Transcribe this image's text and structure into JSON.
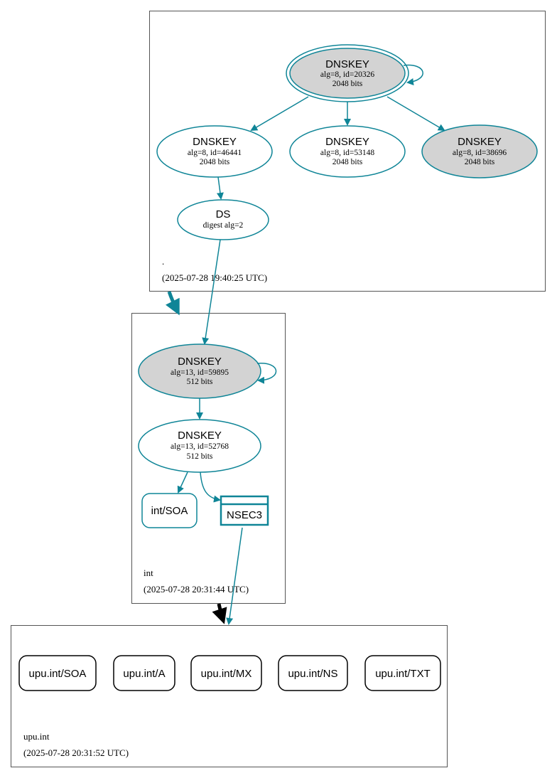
{
  "colors": {
    "edge": "#0f8597",
    "node_border": "#0f8597",
    "node_fill_grey": "#d3d3d3",
    "black": "#000000"
  },
  "zones": [
    {
      "name": ".",
      "timestamp": "(2025-07-28 19:40:25 UTC)"
    },
    {
      "name": "int",
      "timestamp": "(2025-07-28 20:31:44 UTC)"
    },
    {
      "name": "upu.int",
      "timestamp": "(2025-07-28 20:31:52 UTC)"
    }
  ],
  "nodes": {
    "root_ksk": {
      "title": "DNSKEY",
      "line1": "alg=8, id=20326",
      "line2": "2048 bits"
    },
    "root_zsk1": {
      "title": "DNSKEY",
      "line1": "alg=8, id=46441",
      "line2": "2048 bits"
    },
    "root_zsk2": {
      "title": "DNSKEY",
      "line1": "alg=8, id=53148",
      "line2": "2048 bits"
    },
    "root_zsk3": {
      "title": "DNSKEY",
      "line1": "alg=8, id=38696",
      "line2": "2048 bits"
    },
    "root_ds": {
      "title": "DS",
      "line1": "digest alg=2"
    },
    "int_ksk": {
      "title": "DNSKEY",
      "line1": "alg=13, id=59895",
      "line2": "512 bits"
    },
    "int_zsk": {
      "title": "DNSKEY",
      "line1": "alg=13, id=52768",
      "line2": "512 bits"
    },
    "int_soa": {
      "label": "int/SOA"
    },
    "int_nsec3": {
      "label": "NSEC3"
    },
    "upu_records": [
      "upu.int/SOA",
      "upu.int/A",
      "upu.int/MX",
      "upu.int/NS",
      "upu.int/TXT"
    ]
  }
}
